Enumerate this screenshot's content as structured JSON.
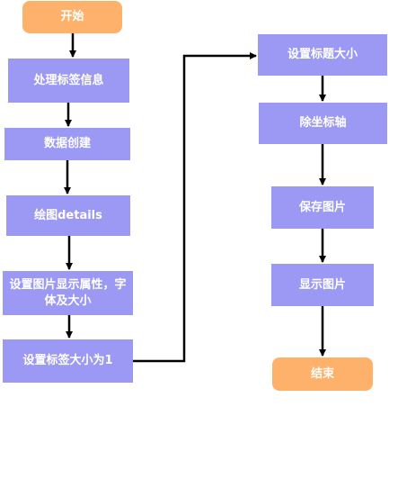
{
  "colors": {
    "process_fill": "#9c99f4",
    "terminal_fill": "#fdb16a",
    "node_text": "#ffffff",
    "arrow": "#000000"
  },
  "nodes": {
    "start": "开始",
    "process_labels": "处理标签信息",
    "create_data": "数据创建",
    "plot_details": "绘图details",
    "set_image_props": "设置图片显示属性，字体及大小",
    "set_label_size": "设置标签大小为1",
    "set_title_size": "设置标题大小",
    "remove_axes": "除坐标轴",
    "save_image": "保存图片",
    "show_image": "显示图片",
    "end": "结束"
  },
  "edges": [
    {
      "from": "start",
      "to": "process_labels"
    },
    {
      "from": "process_labels",
      "to": "create_data"
    },
    {
      "from": "create_data",
      "to": "plot_details"
    },
    {
      "from": "plot_details",
      "to": "set_image_props"
    },
    {
      "from": "set_image_props",
      "to": "set_label_size"
    },
    {
      "from": "set_label_size",
      "to": "set_title_size"
    },
    {
      "from": "set_title_size",
      "to": "remove_axes"
    },
    {
      "from": "remove_axes",
      "to": "save_image"
    },
    {
      "from": "save_image",
      "to": "show_image"
    },
    {
      "from": "show_image",
      "to": "end"
    }
  ]
}
